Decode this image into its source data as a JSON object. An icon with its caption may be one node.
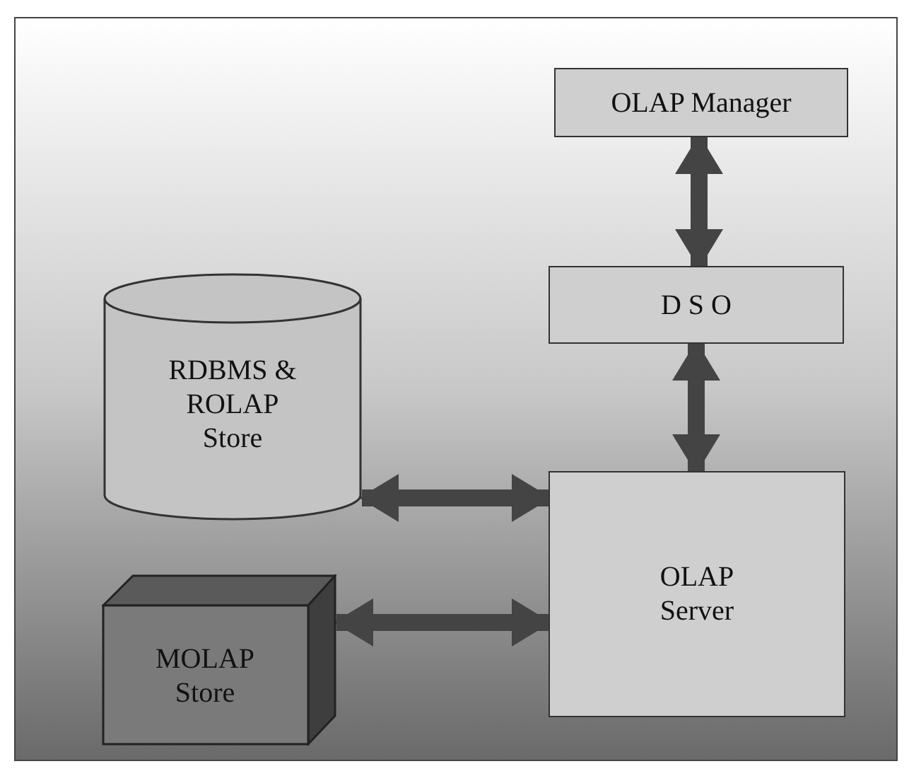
{
  "diagram": {
    "nodes": [
      {
        "text": [
          "OLAP Manager"
        ]
      },
      {
        "text": [
          "D S O"
        ]
      },
      {
        "text": [
          "RDBMS & ROLAP Store"
        ]
      },
      {
        "text": [
          "OLAP Server"
        ]
      },
      {
        "text": [
          "MOLAP Store"
        ]
      }
    ],
    "edges": [
      {
        "from": 0,
        "to": 1,
        "arrow": "both"
      },
      {
        "from": 1,
        "to": 3,
        "arrow": "both"
      },
      {
        "from": 2,
        "to": 3,
        "arrow": "both"
      },
      {
        "from": 4,
        "to": 3,
        "arrow": "both"
      }
    ]
  }
}
